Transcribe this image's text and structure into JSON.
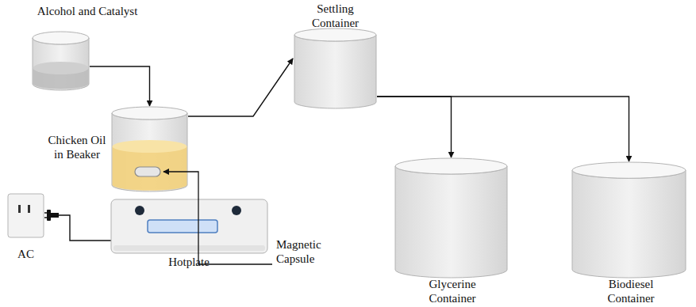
{
  "diagram": {
    "nodes": [
      {
        "text": [
          "Alcohol and Catalyst"
        ]
      },
      {
        "text": [
          "Chicken Oil in Beaker"
        ]
      },
      {
        "text": [
          "Settling Container"
        ]
      },
      {
        "text": [
          "Glycerine Container"
        ]
      },
      {
        "text": [
          "Biodiesel Container"
        ]
      },
      {
        "text": [
          "Hotplate"
        ]
      },
      {
        "text": [
          "AC"
        ]
      }
    ],
    "edges": [
      {
        "from": 0,
        "to": 1,
        "arrow": "to"
      },
      {
        "from": 1,
        "to": 2,
        "arrow": "to"
      },
      {
        "from": 2,
        "to": 3,
        "arrow": "to"
      },
      {
        "from": 2,
        "to": 4,
        "arrow": "to"
      },
      {
        "from": 6,
        "to": 5,
        "arrow": "none"
      }
    ],
    "labels": [
      "Magnetic Capsule"
    ]
  }
}
